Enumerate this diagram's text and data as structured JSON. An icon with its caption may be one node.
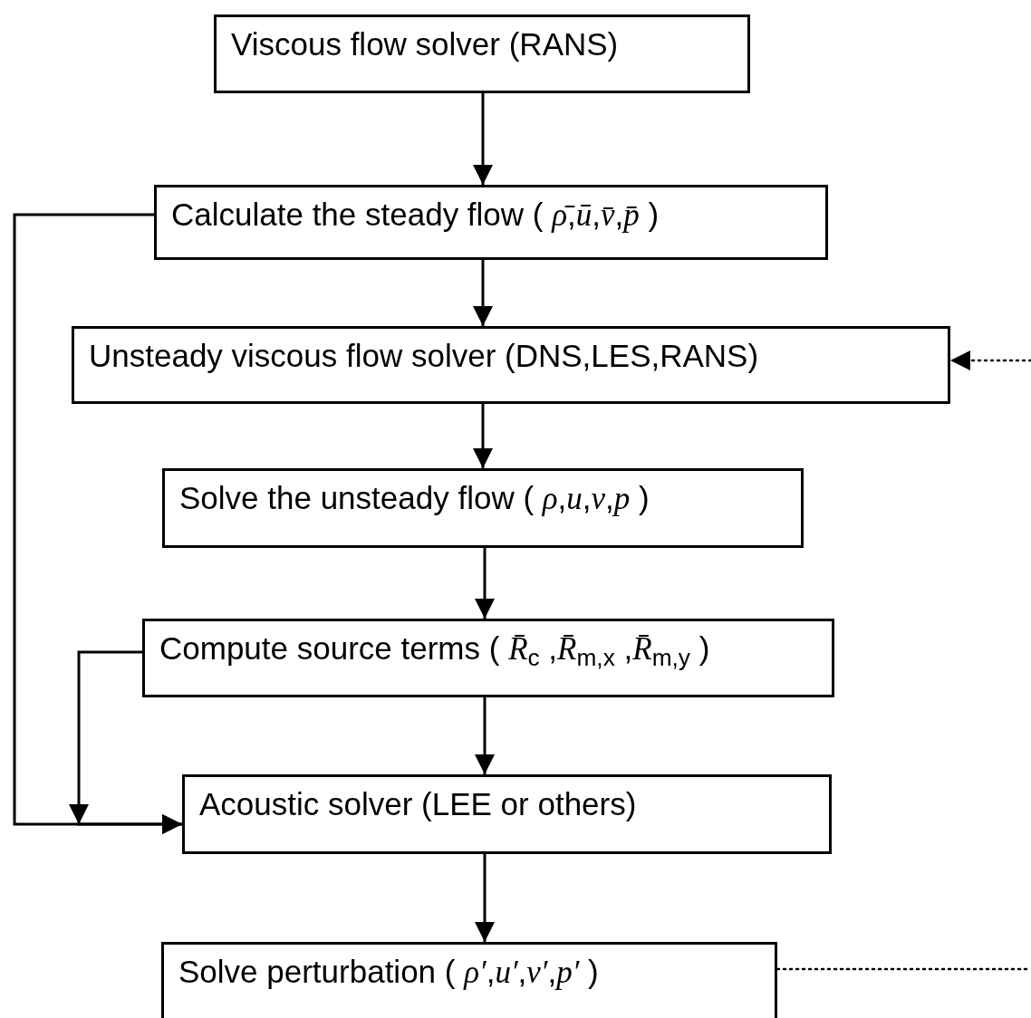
{
  "diagram": {
    "nodes": [
      {
        "text": [
          "Viscous flow solver (RANS)"
        ]
      },
      {
        "text": [
          "Calculate the steady flow ( *ρ̄*,*ū*,*v̄*,*p̄* )"
        ]
      },
      {
        "text": [
          "Unsteady viscous flow solver (DNS,LES,RANS)"
        ]
      },
      {
        "text": [
          "Solve the unsteady flow ( *ρ*,*u*,*v*,*p* )"
        ]
      },
      {
        "text": [
          "Compute source terms ( *R̄*$_{c}$ ,*R̄*$_{m,x}$ ,*R̄*$_{m,y}$ )"
        ]
      },
      {
        "text": [
          "Acoustic solver (LEE or others)"
        ]
      },
      {
        "text": [
          "Solve perturbation ( *ρ′*,*u′*,*v′*,*p′* )"
        ]
      }
    ],
    "edges": [
      {
        "from": 0,
        "to": 1,
        "arrow": "to"
      },
      {
        "from": 1,
        "to": 2,
        "arrow": "to"
      },
      {
        "from": 2,
        "to": 3,
        "arrow": "to"
      },
      {
        "from": 3,
        "to": 4,
        "arrow": "to"
      },
      {
        "from": 4,
        "to": 5,
        "arrow": "to"
      },
      {
        "from": 5,
        "to": 6,
        "arrow": "to"
      },
      {
        "from": 1,
        "to": 5,
        "arrow": "to"
      },
      {
        "from": 4,
        "to": 5,
        "arrow": "to"
      },
      {
        "from": 6,
        "to": null,
        "arrow": "none",
        "style": "dashed"
      },
      {
        "from": null,
        "to": 2,
        "arrow": "to",
        "style": "dashed"
      }
    ]
  }
}
